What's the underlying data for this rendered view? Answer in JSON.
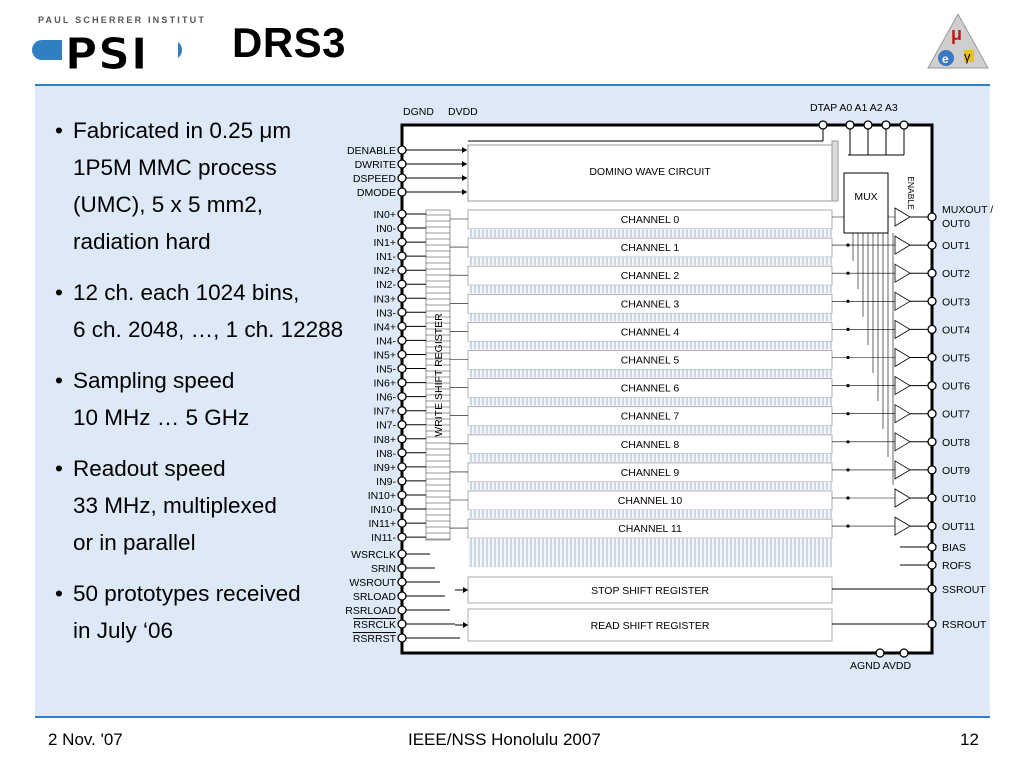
{
  "header": {
    "institute_name": "PAUL SCHERRER INSTITUT",
    "logo_text": "PSI",
    "title": "DRS3",
    "corner_logo_glyphs": "μ e γ"
  },
  "bullets": [
    {
      "lines": [
        "Fabricated in 0.25 μm",
        "1P5M MMC process",
        "(UMC), 5 x 5 mm2,",
        "radiation hard"
      ]
    },
    {
      "lines": [
        "12 ch. each 1024 bins,",
        "6 ch. 2048, …, 1 ch. 12288"
      ]
    },
    {
      "lines": [
        "Sampling speed",
        "10 MHz … 5 GHz"
      ]
    },
    {
      "lines": [
        "Readout speed",
        "33 MHz, multiplexed",
        "or in parallel"
      ]
    },
    {
      "lines": [
        "50 prototypes received",
        "in July ‘06"
      ]
    }
  ],
  "diagram": {
    "top_pins_left": [
      "DGND",
      "DVDD"
    ],
    "top_pins_right": [
      "DTAP",
      "A0",
      "A1",
      "A2",
      "A3"
    ],
    "bottom_pins": [
      "AGND",
      "AVDD"
    ],
    "left_control_pins": [
      "DENABLE",
      "DWRITE",
      "DSPEED",
      "DMODE"
    ],
    "left_input_pins": [
      "IN0+",
      "IN0-",
      "IN1+",
      "IN1-",
      "IN2+",
      "IN2-",
      "IN3+",
      "IN3-",
      "IN4+",
      "IN4-",
      "IN5+",
      "IN5-",
      "IN6+",
      "IN6-",
      "IN7+",
      "IN7-",
      "IN8+",
      "IN8-",
      "IN9+",
      "IN9-",
      "IN10+",
      "IN10-",
      "IN11+",
      "IN11-"
    ],
    "left_bottom_pins": [
      "WSRCLK",
      "SRIN",
      "WSROUT",
      "SRLOAD",
      "RSRLOAD",
      "RSRCLK",
      "RSRRST"
    ],
    "domino_label": "DOMINO WAVE CIRCUIT",
    "write_shift_label": "WRITE SHIFT REGISTER",
    "mux_label": "MUX",
    "enable_label": "ENABLE",
    "channels": [
      "CHANNEL 0",
      "CHANNEL 1",
      "CHANNEL 2",
      "CHANNEL 3",
      "CHANNEL 4",
      "CHANNEL 5",
      "CHANNEL 6",
      "CHANNEL 7",
      "CHANNEL 8",
      "CHANNEL 9",
      "CHANNEL 10",
      "CHANNEL 11"
    ],
    "stop_shift_label": "STOP SHIFT REGISTER",
    "read_shift_label": "READ SHIFT REGISTER",
    "right_first_output": [
      "MUXOUT /",
      "OUT0"
    ],
    "right_outputs": [
      "OUT1",
      "OUT2",
      "OUT3",
      "OUT4",
      "OUT5",
      "OUT6",
      "OUT7",
      "OUT8",
      "OUT9",
      "OUT10",
      "OUT11"
    ],
    "right_bottom_pins": [
      "BIAS",
      "ROFS",
      "SSROUT",
      "RSROUT"
    ]
  },
  "footer": {
    "date": "2 Nov. '07",
    "conference": "IEEE/NSS Honolulu 2007",
    "page": "12"
  }
}
